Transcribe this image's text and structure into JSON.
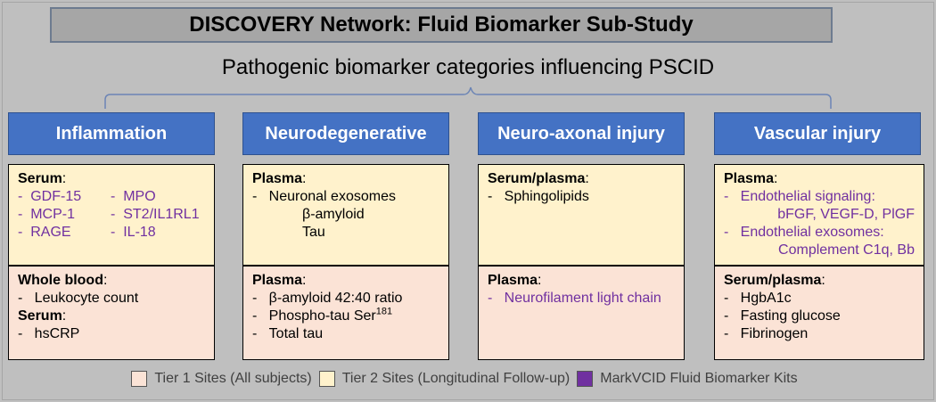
{
  "title": "DISCOVERY Network: Fluid Biomarker Sub-Study",
  "subtitle": "Pathogenic biomarker categories influencing PSCID",
  "categories": [
    {
      "name": "Inflammation",
      "tier2": {
        "label": "Serum",
        "items": [
          "GDF-15",
          "MPO",
          "MCP-1",
          "ST2/IL1RL1",
          "RAGE",
          "IL-18"
        ]
      },
      "tier1": {
        "label1": "Whole blood",
        "item1": "Leukocyte count",
        "label2": "Serum",
        "item2": "hsCRP"
      }
    },
    {
      "name": "Neurodegenerative",
      "tier2": {
        "label": "Plasma",
        "item": "Neuronal exosomes",
        "sub": [
          "β-amyloid",
          "Tau"
        ]
      },
      "tier1": {
        "label": "Plasma",
        "items": [
          "β-amyloid 42:40 ratio",
          "Phospho-tau Ser",
          "Total tau"
        ],
        "sup": "181"
      }
    },
    {
      "name": "Neuro-axonal injury",
      "tier2": {
        "label": "Serum/plasma",
        "item": "Sphingolipids"
      },
      "tier1": {
        "label": "Plasma",
        "item": "Neurofilament light chain"
      }
    },
    {
      "name": "Vascular injury",
      "tier2": {
        "label": "Plasma",
        "item1": "Endothelial signaling:",
        "sub1": "bFGF, VEGF-D, PlGF",
        "item2": "Endothelial exosomes:",
        "sub2": "Complement C1q, Bb"
      },
      "tier1": {
        "label": "Serum/plasma",
        "items": [
          "HgbA1c",
          "Fasting glucose",
          "Fibrinogen"
        ]
      }
    }
  ],
  "legend": [
    {
      "label": "Tier 1 Sites (All subjects)",
      "color": "#fbe3d6"
    },
    {
      "label": "Tier 2 Sites (Longitudinal Follow-up)",
      "color": "#fff2cc"
    },
    {
      "label": "MarkVCID Fluid Biomarker Kits",
      "color": "#7030a0"
    }
  ],
  "colors": {
    "header": "#4472c4",
    "tier1": "#fbe3d6",
    "tier2": "#fff2cc",
    "kit": "#7030a0"
  }
}
